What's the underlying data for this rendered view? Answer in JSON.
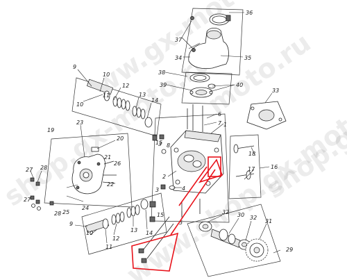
{
  "watermark": {
    "text_a": "shop.gx-moto.ru",
    "text_b": "moto.ru",
    "text_c": "www.shop.gx-moto.ru",
    "text_d": "shop.gx",
    "text_e": "ww.gx-moto.ru"
  },
  "callouts": {
    "c1": "1",
    "c2": "2",
    "c3": "3",
    "c4": "4",
    "c5": "5",
    "c6": "6",
    "c7": "7",
    "c8": "8",
    "c9": "9",
    "c9b": "9",
    "c10": "10",
    "c10b": "10",
    "c10c": "10",
    "c11": "11",
    "c11b": "11",
    "c12": "12",
    "c12b": "12",
    "c13": "13",
    "c13b": "13",
    "c14": "14",
    "c14b": "14",
    "c15": "15",
    "c15b": "15",
    "c16": "16",
    "c17": "17",
    "c18": "18",
    "c19": "19",
    "c20": "20",
    "c21": "21",
    "c22": "22",
    "c23": "23",
    "c24": "24",
    "c25": "25",
    "c26": "26",
    "c27": "27",
    "c27b": "27",
    "c28": "28",
    "c28b": "28",
    "c29": "29",
    "c30": "30",
    "c31": "31",
    "c32": "32",
    "c32b": "32",
    "c33": "33",
    "c34": "34",
    "c35": "35",
    "c36": "36",
    "c37": "37",
    "c38": "38",
    "c39": "39",
    "c40": "40"
  },
  "highlight_color": "#e8121a"
}
